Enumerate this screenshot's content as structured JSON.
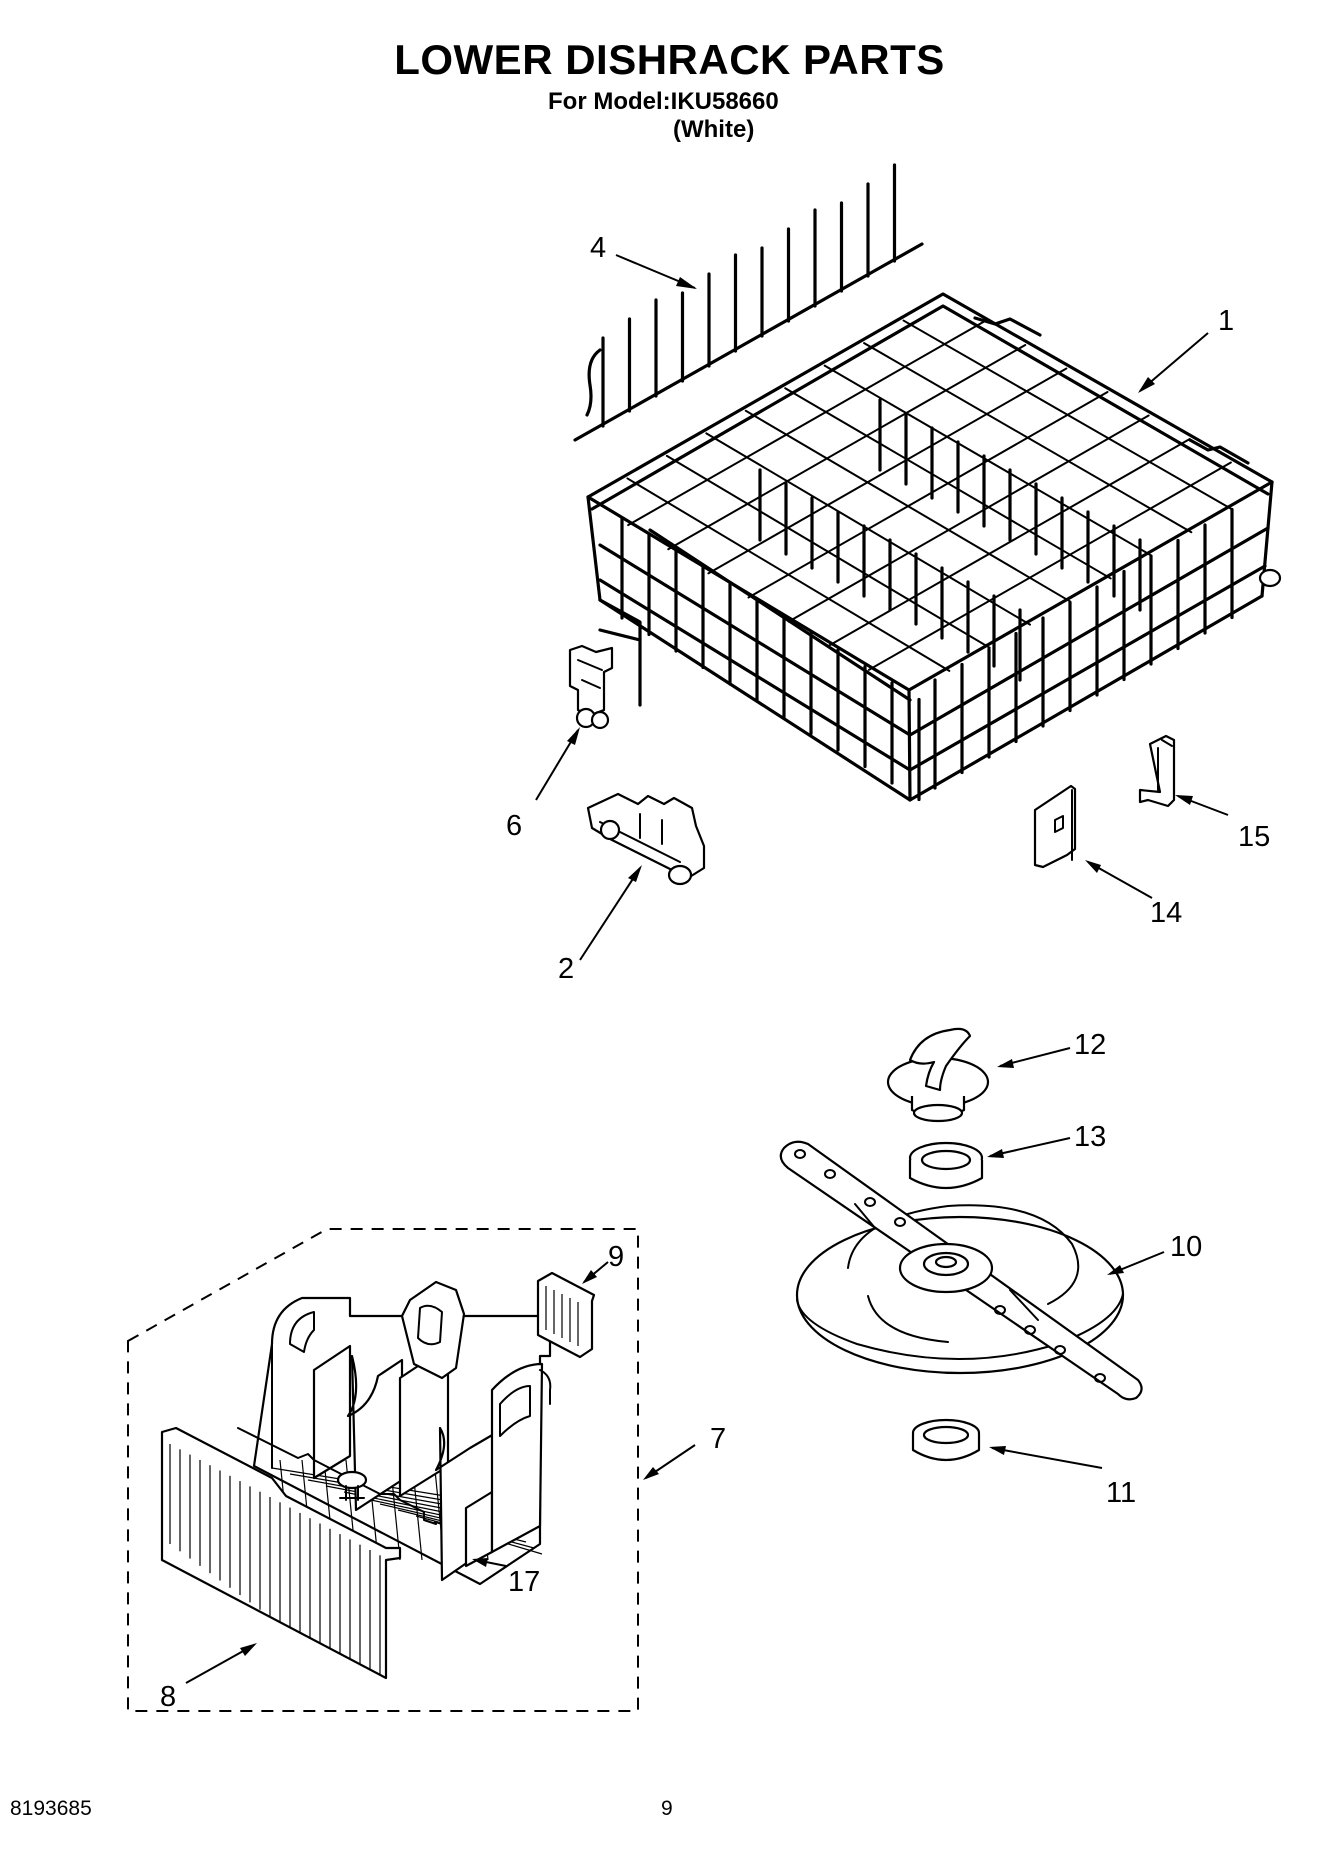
{
  "header": {
    "title": "LOWER DISHRACK PARTS",
    "model": "For Model:IKU58660",
    "variant": "(White)"
  },
  "footer": {
    "doc_number": "8193685",
    "page_number": "9"
  },
  "callouts": {
    "c1": "1",
    "c2": "2",
    "c4": "4",
    "c6": "6",
    "c7": "7",
    "c8": "8",
    "c9": "9",
    "c10": "10",
    "c11": "11",
    "c12": "12",
    "c13": "13",
    "c14": "14",
    "c15": "15",
    "c17": "17"
  }
}
